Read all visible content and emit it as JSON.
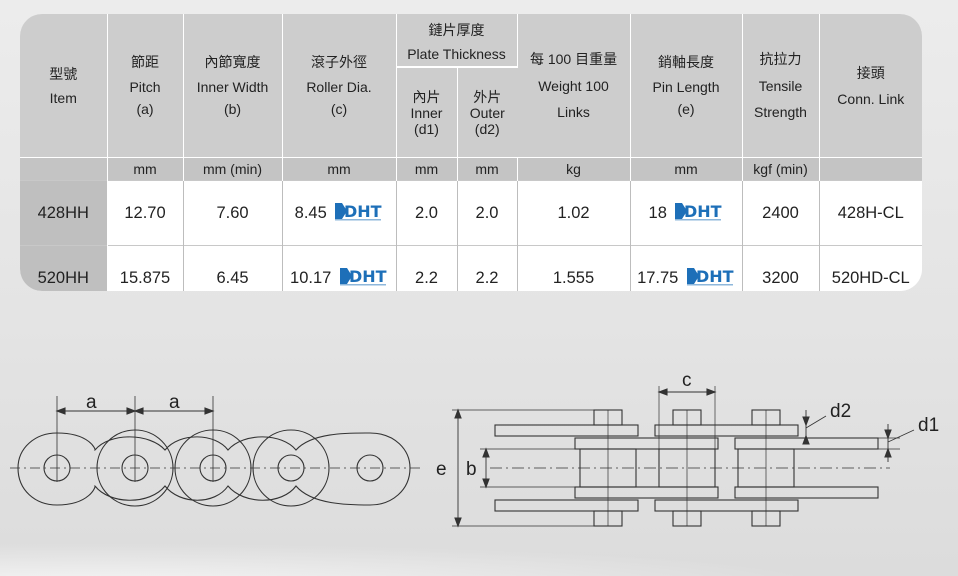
{
  "columns": {
    "item": {
      "zh": "型號",
      "en": "Item"
    },
    "pitch": {
      "zh": "節距",
      "en": "Pitch",
      "sym": "(a)",
      "unit": "mm"
    },
    "inner_width": {
      "zh": "內節寬度",
      "en": "Inner Width",
      "sym": "(b)",
      "unit": "mm (min)"
    },
    "roller_dia": {
      "zh": "滾子外徑",
      "en": "Roller Dia.",
      "sym": "(c)",
      "unit": "mm"
    },
    "plate_thickness": {
      "zh": "鏈片厚度",
      "en": "Plate Thickness",
      "inner": {
        "zh": "內片",
        "en": "Inner",
        "sym": "(d1)",
        "unit": "mm"
      },
      "outer": {
        "zh": "外片",
        "en": "Outer",
        "sym": "(d2)",
        "unit": "mm"
      }
    },
    "weight": {
      "zh": "每 100 目重量",
      "en1": "Weight 100",
      "en2": "Links",
      "unit": "kg"
    },
    "pin_length": {
      "zh": "銷軸長度",
      "en": "Pin Length",
      "sym": "(e)",
      "unit": "mm"
    },
    "tensile": {
      "zh": "抗拉力",
      "en1": "Tensile",
      "en2": "Strength",
      "unit": "kgf (min)"
    },
    "conn": {
      "zh": "接頭",
      "en": "Conn. Link"
    }
  },
  "rows": [
    {
      "item": "428HH",
      "pitch": "12.70",
      "inner_width": "7.60",
      "roller_dia": "8.45",
      "inner": "2.0",
      "outer": "2.0",
      "weight": "1.02",
      "pin_length": "18",
      "tensile": "2400",
      "conn": "428H-CL"
    },
    {
      "item": "520HH",
      "pitch": "15.875",
      "inner_width": "6.45",
      "roller_dia": "10.17",
      "inner": "2.2",
      "outer": "2.2",
      "weight": "1.555",
      "pin_length": "17.75",
      "tensile": "3200",
      "conn": "520HD-CL"
    }
  ],
  "logo_text": "DHT",
  "colors": {
    "header_bg": "#cdcdcd",
    "unit_bg": "#c4c4c4",
    "item_bg": "#bfbfbf",
    "logo_blue": "#1d6fb8"
  },
  "diagram": {
    "label_a1": "a",
    "label_a2": "a",
    "label_c": "c",
    "label_d2": "d2",
    "label_d1": "d1",
    "label_e": "e",
    "label_b": "b"
  }
}
